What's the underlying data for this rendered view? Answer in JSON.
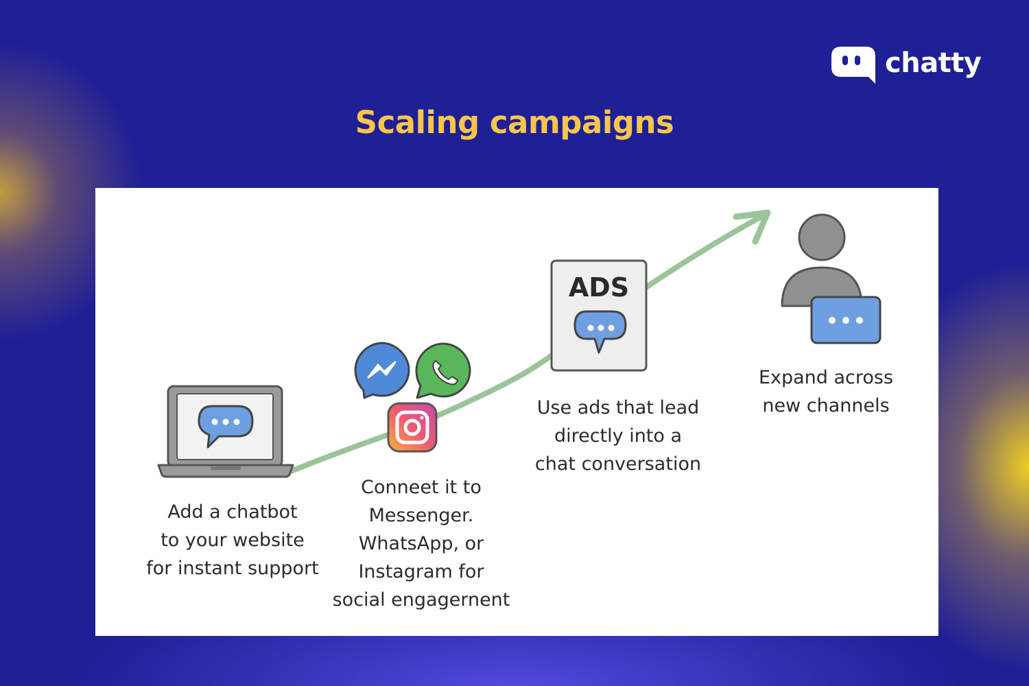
{
  "brand": {
    "name": "chatty",
    "logo_icon": "chat-bubble-eyes-icon"
  },
  "title": "Scaling campaigns",
  "colors": {
    "background": "#1f1f96",
    "title": "#f7c64a",
    "arrow": "#9cc49a",
    "bubble": "#6e9fe0"
  },
  "steps": [
    {
      "icon": "laptop-chat-icon",
      "lines": [
        "Add a chatbot",
        "to your website",
        "for instant support"
      ]
    },
    {
      "icon": "social-apps-icon",
      "icons": [
        "messenger-icon",
        "whatsapp-icon",
        "instagram-icon"
      ],
      "lines": [
        "Conneet it to",
        "Messenger.",
        "WhatsApp, or",
        "Instagram for",
        "social engagernent"
      ]
    },
    {
      "icon": "ads-chat-icon",
      "badge": "ADS",
      "lines": [
        "Use ads that lead",
        "directly into a",
        "chat conversation"
      ]
    },
    {
      "icon": "person-chat-icon",
      "lines": [
        "Expand across",
        "new channels"
      ]
    }
  ]
}
